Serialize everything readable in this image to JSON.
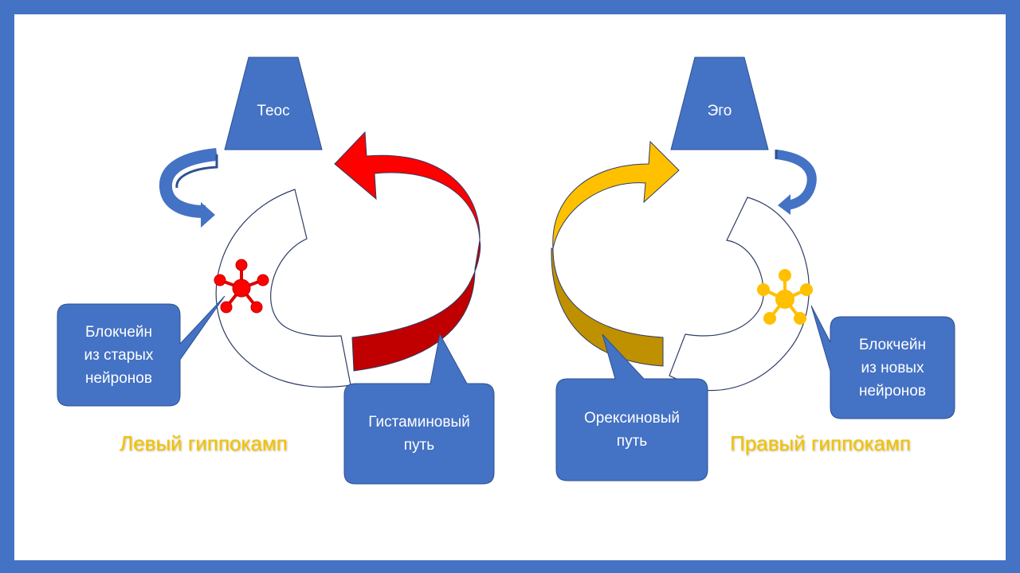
{
  "colors": {
    "frame": "#4472c4",
    "shape_fill": "#4472c4",
    "red": "#ff0000",
    "dark_red": "#c00000",
    "gold": "#ffc000",
    "dark_gold": "#bf9000",
    "hippocampus_label": "#f2c200"
  },
  "left": {
    "trapezoid_label": "Теос",
    "callout_label": "Блокчейн\nиз старых\nнейронов",
    "pathway_label": "Гистаминовый\nпуть",
    "hippocampus_label": "Левый гиппокамп"
  },
  "right": {
    "trapezoid_label": "Эго",
    "callout_label": "Блокчейн\nиз новых\nнейронов",
    "pathway_label": "Орексиновый\nпуть",
    "hippocampus_label": "Правый гиппокамп"
  }
}
